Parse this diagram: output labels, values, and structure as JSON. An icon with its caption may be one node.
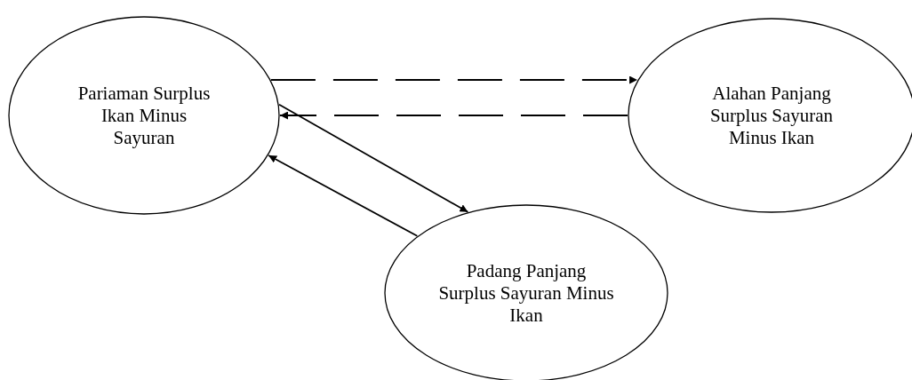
{
  "diagram": {
    "nodes": [
      {
        "text": [
          "Pariaman Surplus Ikan Minus Sayuran"
        ]
      },
      {
        "text": [
          "Alahan Panjang Surplus Sayuran Minus Ikan"
        ]
      },
      {
        "text": [
          "Padang Panjang Surplus Sayuran Minus Ikan"
        ]
      }
    ],
    "edges": [
      {
        "from": 0,
        "to": 1,
        "arrow": "to",
        "style": "dashed"
      },
      {
        "from": 1,
        "to": 0,
        "arrow": "to",
        "style": "dashed"
      },
      {
        "from": 0,
        "to": 2,
        "arrow": "to"
      },
      {
        "from": 2,
        "to": 0,
        "arrow": "to"
      }
    ]
  }
}
